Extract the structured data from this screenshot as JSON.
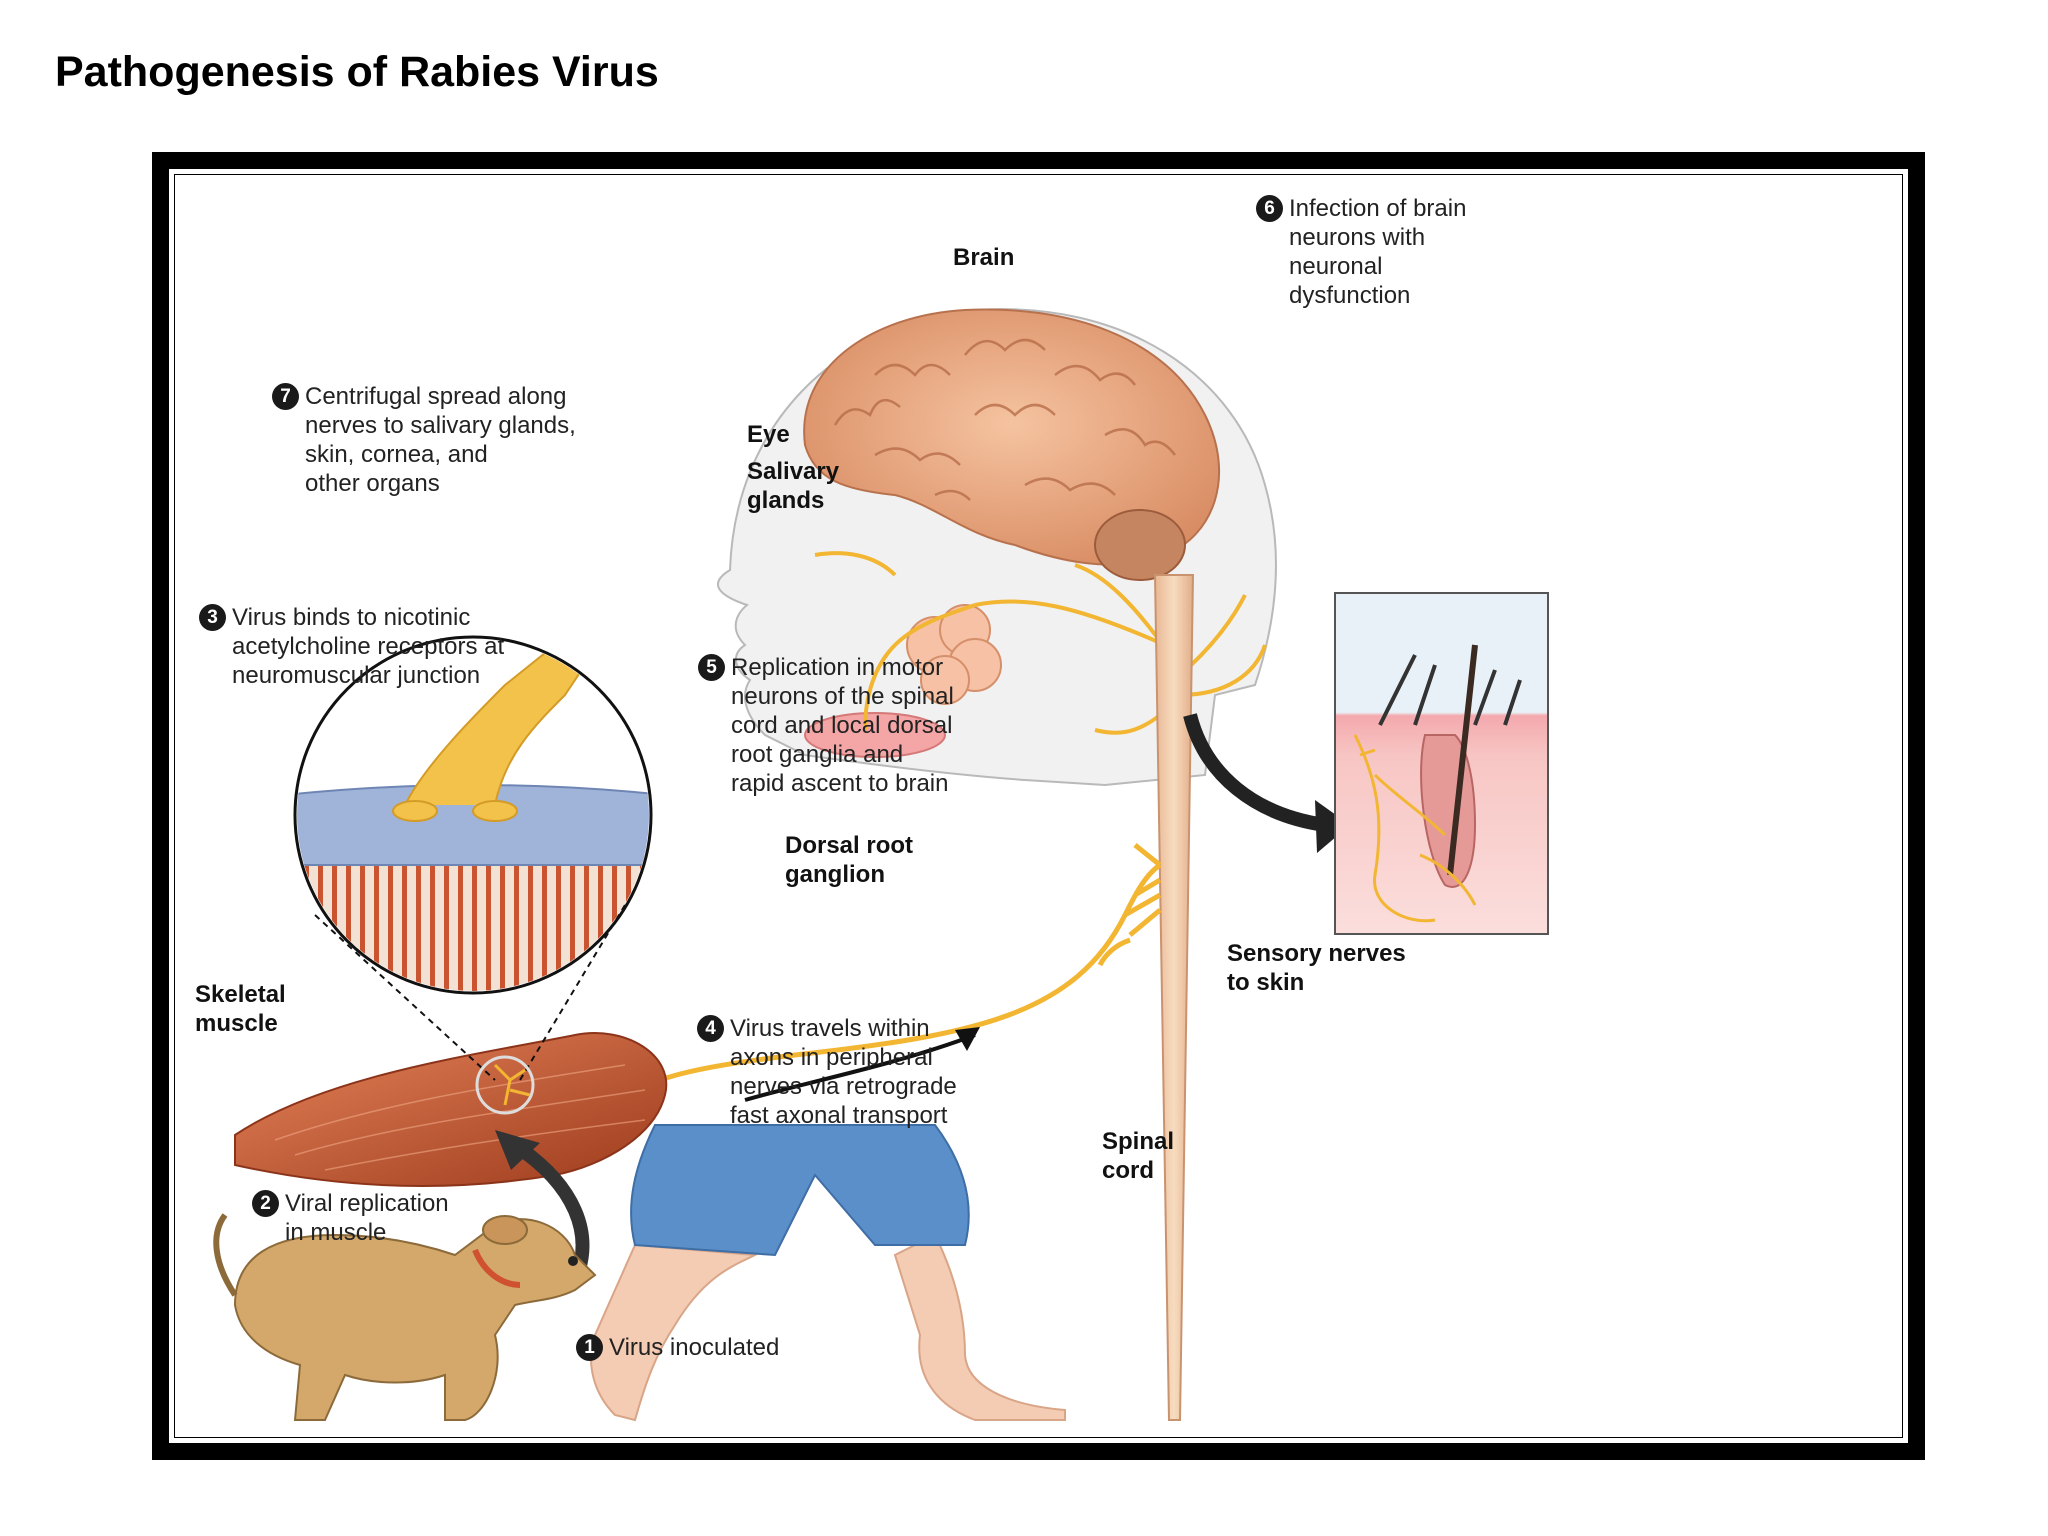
{
  "page": {
    "title": "Pathogenesis of Rabies Virus"
  },
  "diagram": {
    "steps": [
      {
        "number": "1",
        "text": "Virus inoculated"
      },
      {
        "number": "2",
        "text": "Viral replication\nin muscle"
      },
      {
        "number": "3",
        "text": "Virus binds to nicotinic\nacetylcholine receptors at\nneuromuscular junction"
      },
      {
        "number": "4",
        "text": "Virus travels within\naxons in peripheral\nnerves via retrograde\nfast axonal transport"
      },
      {
        "number": "5",
        "text": "Replication in motor\nneurons of the spinal\ncord and local dorsal\nroot ganglia and\nrapid ascent to brain"
      },
      {
        "number": "6",
        "text": "Infection of brain\nneurons with\nneuronal\ndysfunction"
      },
      {
        "number": "7",
        "text": "Centrifugal spread along\nnerves to salivary glands,\nskin, cornea, and\nother organs"
      }
    ],
    "labels": {
      "brain": "Brain",
      "eye": "Eye",
      "salivary": "Salivary\nglands",
      "skeletal": "Skeletal\nmuscle",
      "dorsal": "Dorsal root\nganglion",
      "spinal": "Spinal\ncord",
      "sensory": "Sensory nerves\nto skin"
    },
    "colors": {
      "nerve": "#f2b632",
      "brain": "#e9a27c",
      "muscle": "#c9633c",
      "skin_tone": "#f4cbb3",
      "shorts": "#5b8fc9",
      "dog": "#d4a86a",
      "spinal_cord": "#f2cfa9"
    }
  }
}
